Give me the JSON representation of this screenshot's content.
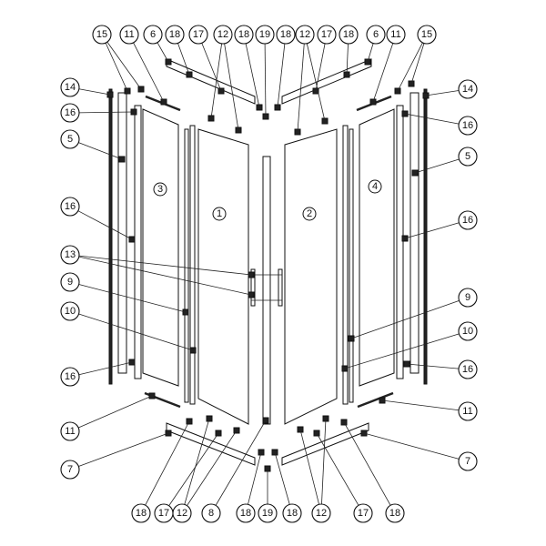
{
  "diagram": {
    "title": "Shower enclosure exploded parts diagram",
    "panel_labels": [
      "1",
      "2",
      "3",
      "4"
    ],
    "callouts": {
      "top": [
        "15",
        "11",
        "6",
        "18",
        "17",
        "12",
        "18",
        "19",
        "18",
        "12",
        "17",
        "18",
        "6",
        "11",
        "15"
      ],
      "left": [
        "14",
        "16",
        "5",
        "16",
        "13",
        "9",
        "10",
        "16",
        "11",
        "7"
      ],
      "right": [
        "14",
        "16",
        "5",
        "16",
        "9",
        "10",
        "16",
        "11",
        "7"
      ],
      "bottom": [
        "18",
        "17",
        "12",
        "8",
        "18",
        "19",
        "18",
        "12",
        "17",
        "18"
      ]
    }
  }
}
